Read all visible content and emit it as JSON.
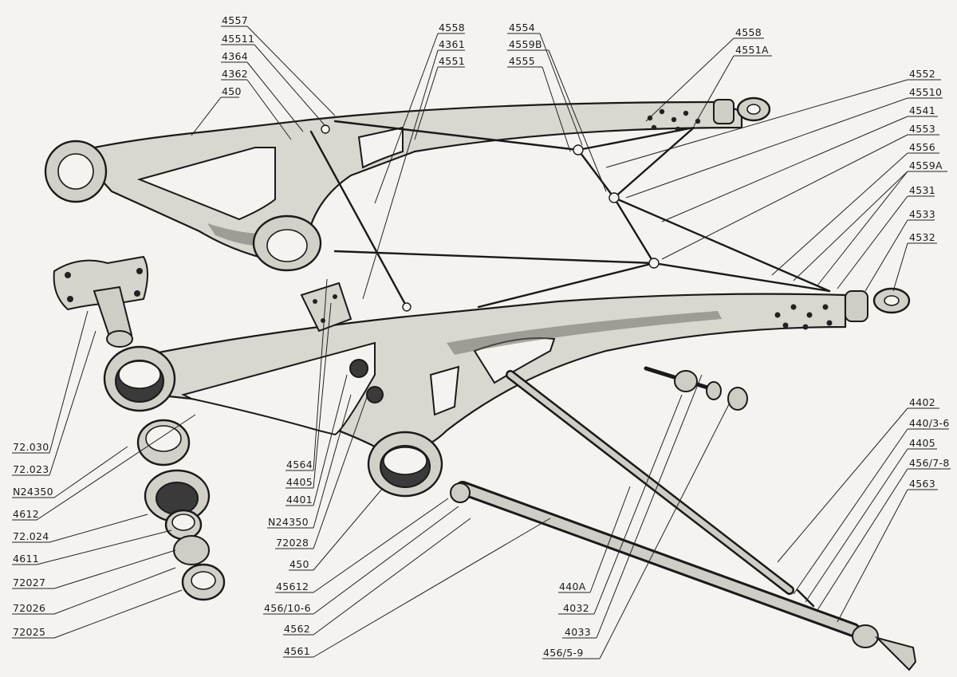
{
  "labels": {
    "l_4557": "4557",
    "l_45511": "45511",
    "l_4364": "4364",
    "l_4362": "4362",
    "l_450_top": "450",
    "l_4558_top": "4558",
    "l_4361": "4361",
    "l_4551": "4551",
    "l_4554": "4554",
    "l_4559B": "4559B",
    "l_4555": "4555",
    "l_4558_right": "4558",
    "l_4551A": "4551A",
    "l_4552": "4552",
    "l_45510": "45510",
    "l_4541": "4541",
    "l_4553": "4553",
    "l_4556": "4556",
    "l_4559A": "4559A",
    "l_4531": "4531",
    "l_4533": "4533",
    "l_4532": "4532",
    "l_4402": "4402",
    "l_440_3_6": "440/3-6",
    "l_4405_right": "4405",
    "l_456_7_8": "456/7-8",
    "l_4563": "4563",
    "l_72030": "72.030",
    "l_72023": "72.023",
    "l_N24350_left": "N24350",
    "l_4612": "4612",
    "l_72024": "72.024",
    "l_4611": "4611",
    "l_72027": "72027",
    "l_72026": "72026",
    "l_72025": "72025",
    "l_4564": "4564",
    "l_4405_mid": "4405",
    "l_4401": "4401",
    "l_N24350_mid": "N24350",
    "l_72028": "72028",
    "l_450_bottom": "450",
    "l_45612": "45612",
    "l_456_10_6": "456/10-6",
    "l_4562": "4562",
    "l_4561": "4561",
    "l_440A": "440A",
    "l_4032": "4032",
    "l_4033": "4033",
    "l_456_5_9": "456/5-9"
  }
}
